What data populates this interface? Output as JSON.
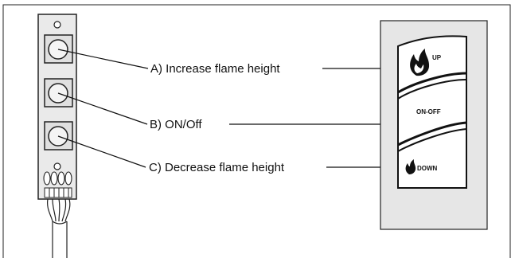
{
  "labels": {
    "a": "A) Increase flame height",
    "b": "B) ON/Off",
    "c": "C) Decrease flame height"
  },
  "remote": {
    "up": "UP",
    "on_off": "ON-OFF",
    "down": "DOWN"
  },
  "icons": [
    "flame-icon",
    "flame-small-icon"
  ],
  "colors": {
    "panel": "#e6e6e6",
    "line": "#111111",
    "background": "#ffffff"
  }
}
